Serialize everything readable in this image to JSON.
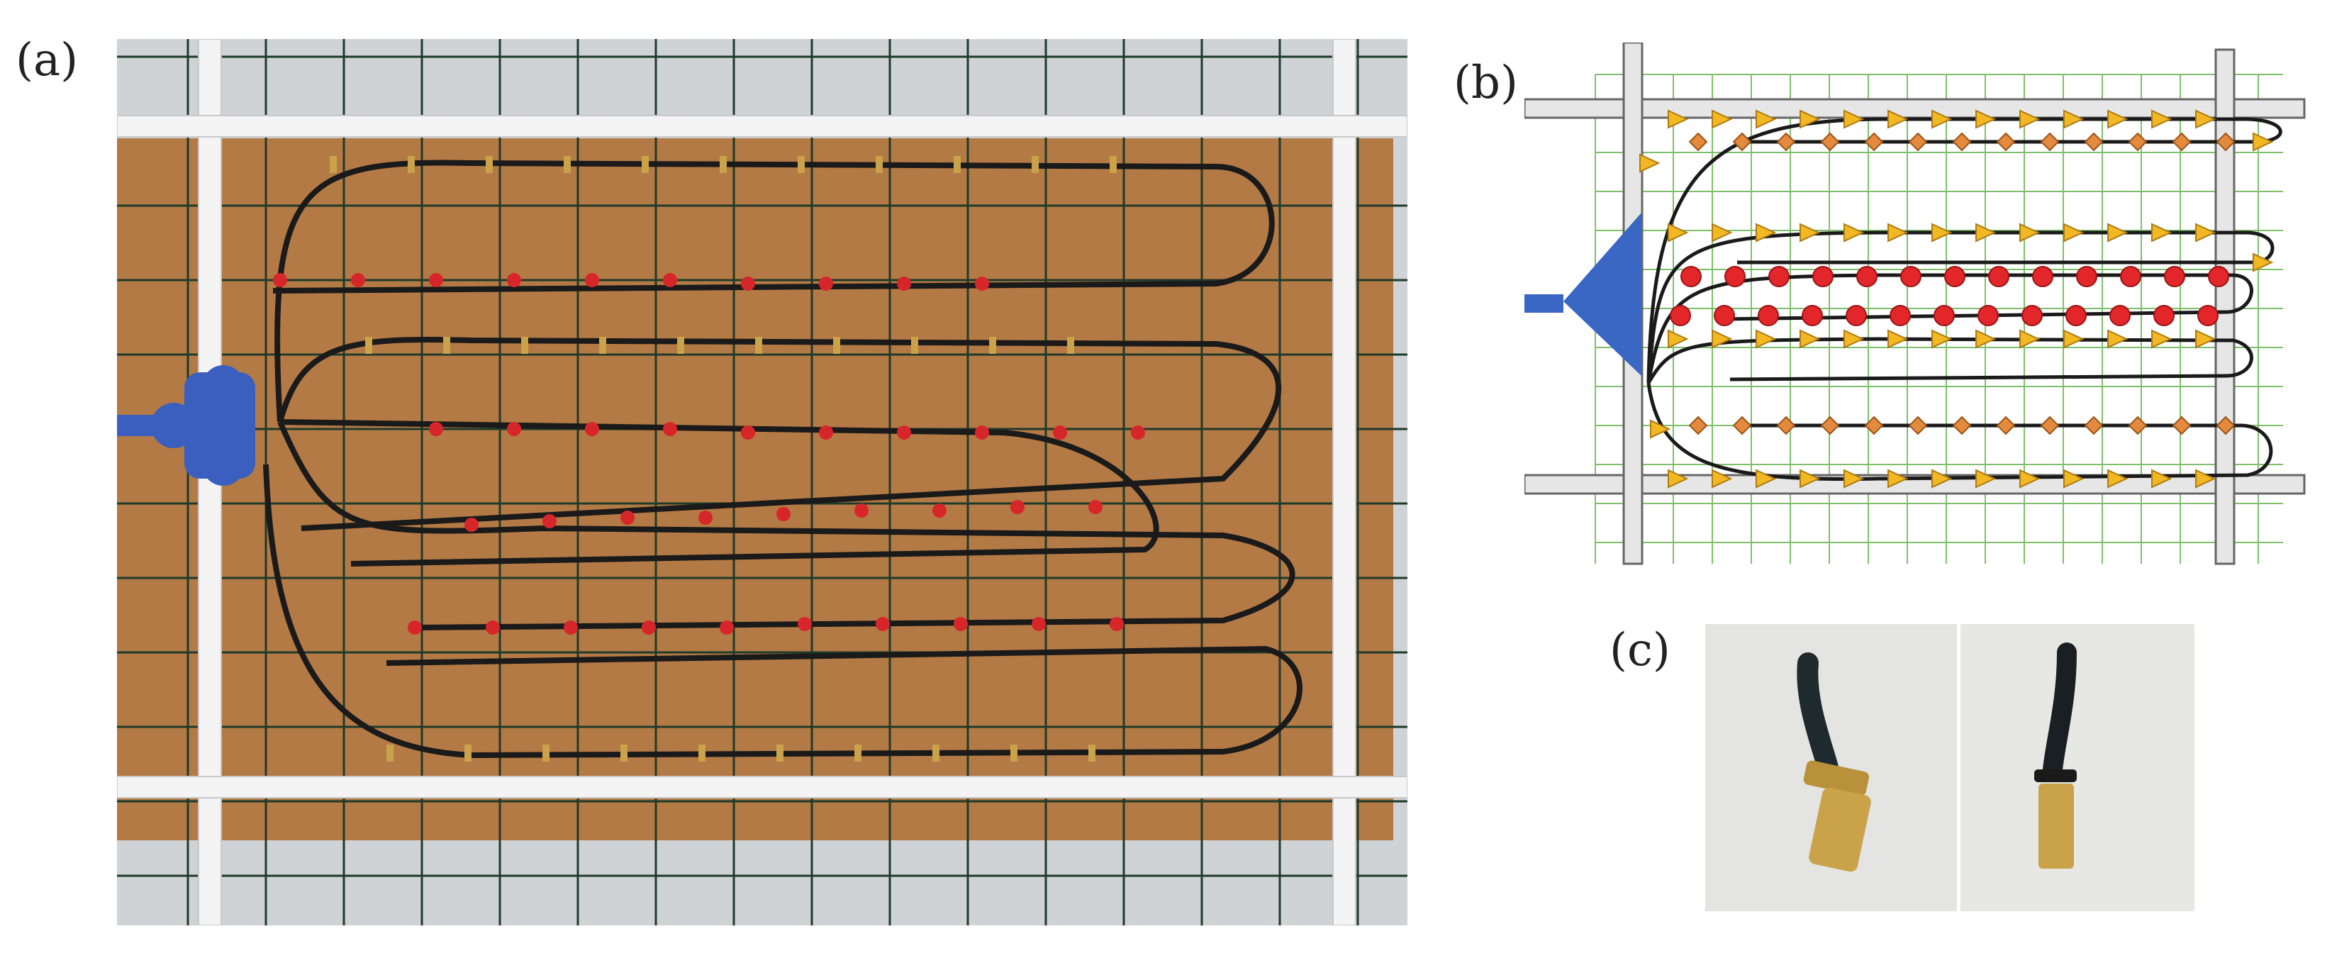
{
  "labels": {
    "a": "(a)",
    "b": "(b)",
    "c": "(c)"
  },
  "colors": {
    "board": "#b47a45",
    "floor": "#cfd3d6",
    "frame": "#f4f4f4",
    "hose": "#1a1a1a",
    "manifold": "#3a5fbf",
    "red_nozzle": "#d7262a",
    "brass": "#c9a24a",
    "triangle_marker": "#f2b824",
    "diamond_marker": "#e38a3e",
    "circle_marker": "#e2262a",
    "grid_line": "#7fbf6b",
    "diagram_blue": "#3a67c4"
  },
  "icons": {
    "triangle_marker": "triangle-marker-icon",
    "diamond_marker": "diamond-marker-icon",
    "circle_marker": "circle-marker-icon"
  }
}
